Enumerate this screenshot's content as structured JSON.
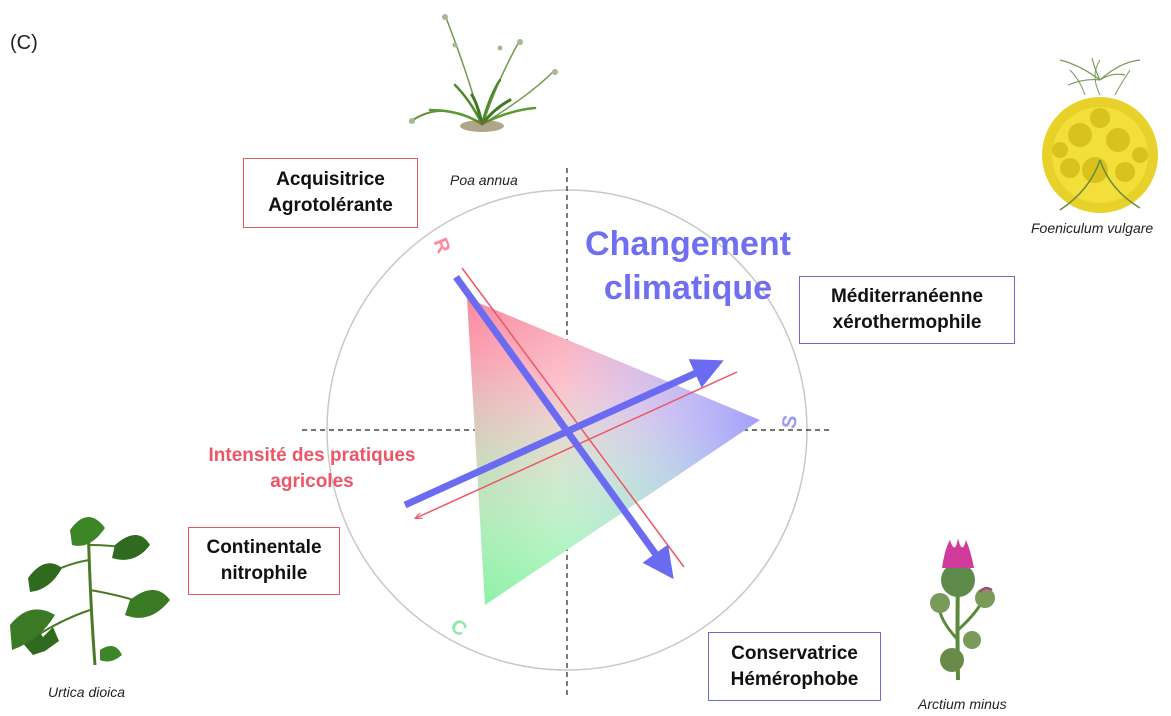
{
  "panel_label": "(C)",
  "boxes": {
    "acquisitrice": [
      "Acquisitrice",
      "Agrotolérante"
    ],
    "mediterraneenne": [
      "Méditerranéenne",
      "xérothermophile"
    ],
    "continentale": [
      "Continentale",
      "nitrophile"
    ],
    "conservatrice": [
      "Conservatrice",
      "Hémérophobe"
    ]
  },
  "arrows": {
    "climate_line1": "Changement",
    "climate_line2": "climatique",
    "agri_line1": "Intensité des pratiques",
    "agri_line2": "agricoles"
  },
  "vertices": {
    "r": "R",
    "s": "S",
    "c": "C"
  },
  "plants": {
    "poa": "Poa annua",
    "foeniculum": "Foeniculum vulgare",
    "urtica": "Urtica dioica",
    "arctium": "Arctium minus"
  },
  "colors": {
    "blue_arrow": "#6b6bf2",
    "red_arrow": "#ee5566",
    "red_box": "#e05c5c",
    "blue_box": "#6b6bd6",
    "vertex_r": "#ff8a9a",
    "vertex_s": "#9a9af5",
    "vertex_c": "#8fe8a8"
  }
}
